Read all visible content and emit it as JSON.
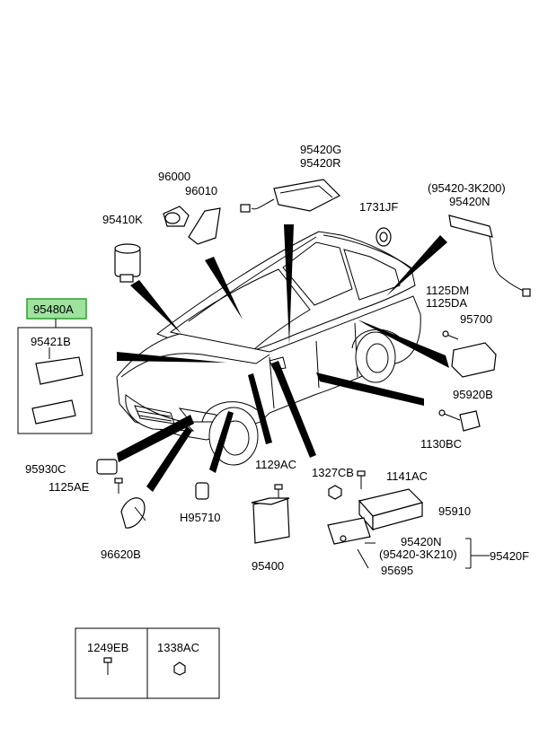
{
  "labels": {
    "p95420G": "95420G",
    "p95420R": "95420R",
    "p96000": "96000",
    "p96010": "96010",
    "p95410K": "95410K",
    "p1731JF": "1731JF",
    "p95420_3K200": "(95420-3K200)",
    "p95420N_top": "95420N",
    "p1125DM": "1125DM",
    "p1125DA": "1125DA",
    "p95700": "95700",
    "p95480A": "95480A",
    "p95421B": "95421B",
    "p95920B": "95920B",
    "p1130BC": "1130BC",
    "p95930C": "95930C",
    "p1125AE": "1125AE",
    "p1129AC": "1129AC",
    "p1327CB": "1327CB",
    "p1141AC": "1141AC",
    "p95910": "95910",
    "pH95710": "H95710",
    "p95400": "95400",
    "p96620B": "96620B",
    "p95420N_bot": "95420N",
    "p95420_3K210": "(95420-3K210)",
    "p95420F": "95420F",
    "p95695": "95695",
    "p1249EB": "1249EB",
    "p1338AC": "1338AC"
  },
  "highlight_color": "#9de29d",
  "highlight_border": "#2f9e2f"
}
